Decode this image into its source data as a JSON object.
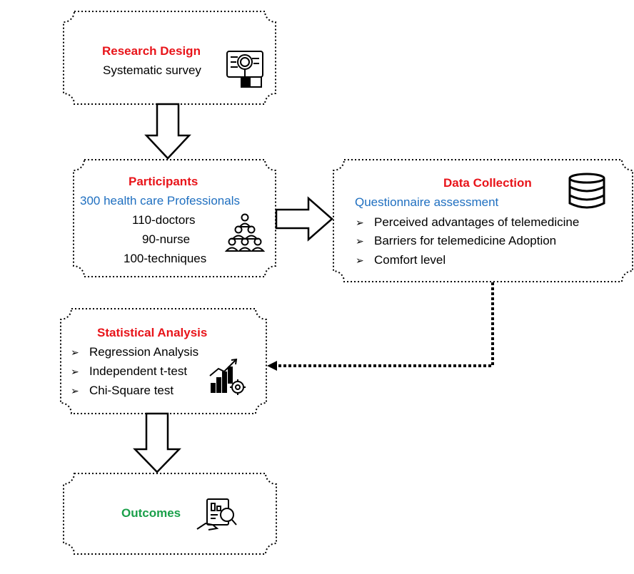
{
  "research": {
    "title": "Research Design",
    "subtitle": "Systematic survey",
    "icon": "magnifier-document-icon"
  },
  "participants": {
    "title": "Participants",
    "subtitle": "300 health care Professionals",
    "lines": [
      "110-doctors",
      "90-nurse",
      "100-techniques"
    ],
    "icon": "people-pyramid-icon"
  },
  "collection": {
    "title": "Data Collection",
    "subtitle": "Questionnaire assessment",
    "items": [
      "Perceived advantages of telemedicine",
      "Barriers for telemedicine Adoption",
      "Comfort level"
    ],
    "icon": "database-icon"
  },
  "analysis": {
    "title": "Statistical Analysis",
    "items": [
      "Regression Analysis",
      "Independent t-test",
      "Chi-Square test"
    ],
    "icon": "growth-chart-gear-icon"
  },
  "outcomes": {
    "title": "Outcomes",
    "icon": "report-review-icon"
  },
  "colors": {
    "title_red": "#e8141a",
    "subtitle_blue": "#1f6fc0",
    "outcome_green": "#1aa04a"
  }
}
